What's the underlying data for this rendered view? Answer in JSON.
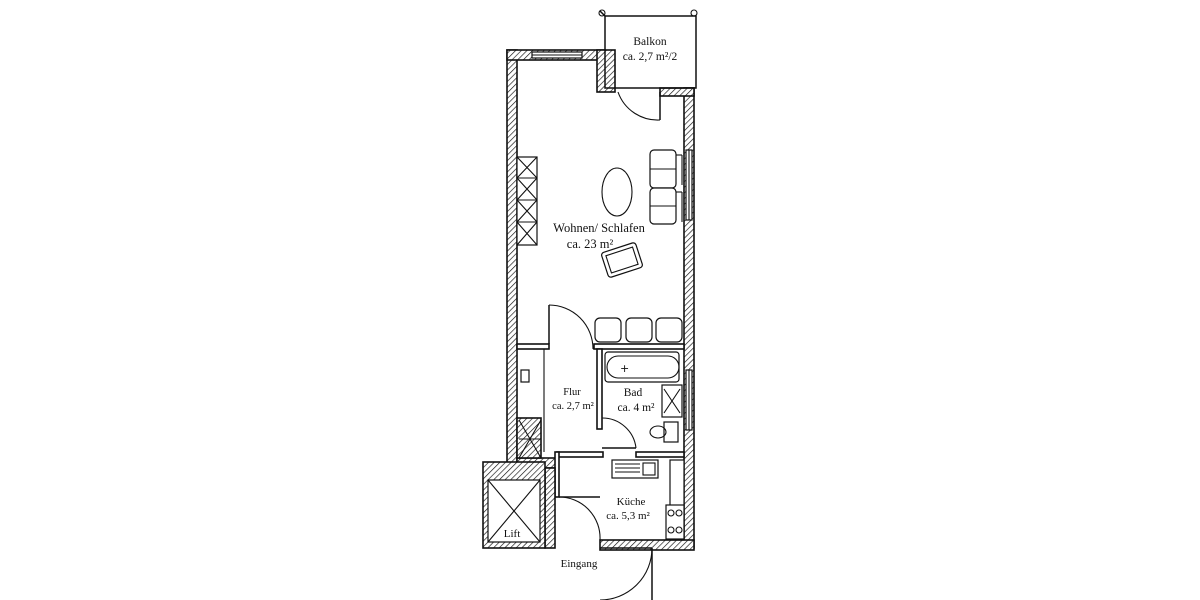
{
  "rooms": {
    "balkon": {
      "name": "Balkon",
      "area": "ca. 2,7 m²/2"
    },
    "wohnen": {
      "name": "Wohnen/ Schlafen",
      "area": "ca. 23 m²"
    },
    "flur": {
      "name": "Flur",
      "area": "ca. 2,7 m²"
    },
    "bad": {
      "name": "Bad",
      "area": "ca. 4 m²"
    },
    "kueche": {
      "name": "Küche",
      "area": "ca. 5,3 m²"
    },
    "lift": {
      "name": "Lift"
    }
  },
  "entrance": {
    "label": "Eingang"
  }
}
